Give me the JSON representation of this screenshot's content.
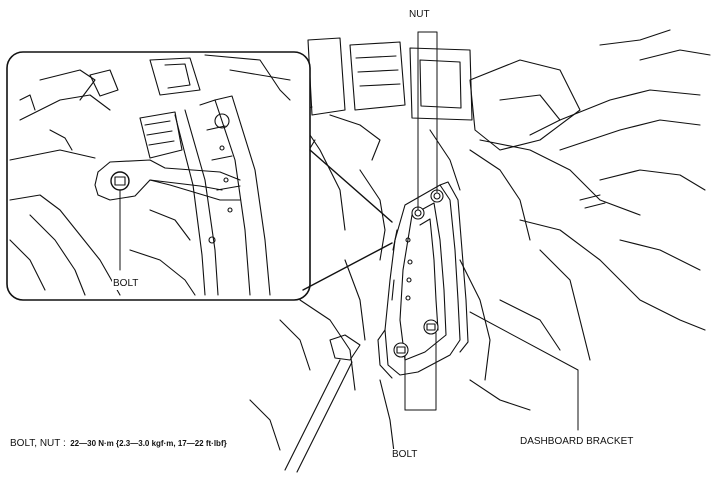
{
  "labels": {
    "nut": "NUT",
    "bolt_inset": "BOLT",
    "bolt_main": "BOLT",
    "dashboard_bracket": "DASHBOARD BRACKET"
  },
  "torque_spec": {
    "fasteners": "BOLT,  NUT :",
    "value": "22—30 N·m {2.3—3.0 kgf·m, 17—22 ft·lbf}"
  },
  "colors": {
    "line": "#111111",
    "background": "#ffffff"
  },
  "icons": [
    "bolt-head-icon",
    "nut-icon"
  ]
}
